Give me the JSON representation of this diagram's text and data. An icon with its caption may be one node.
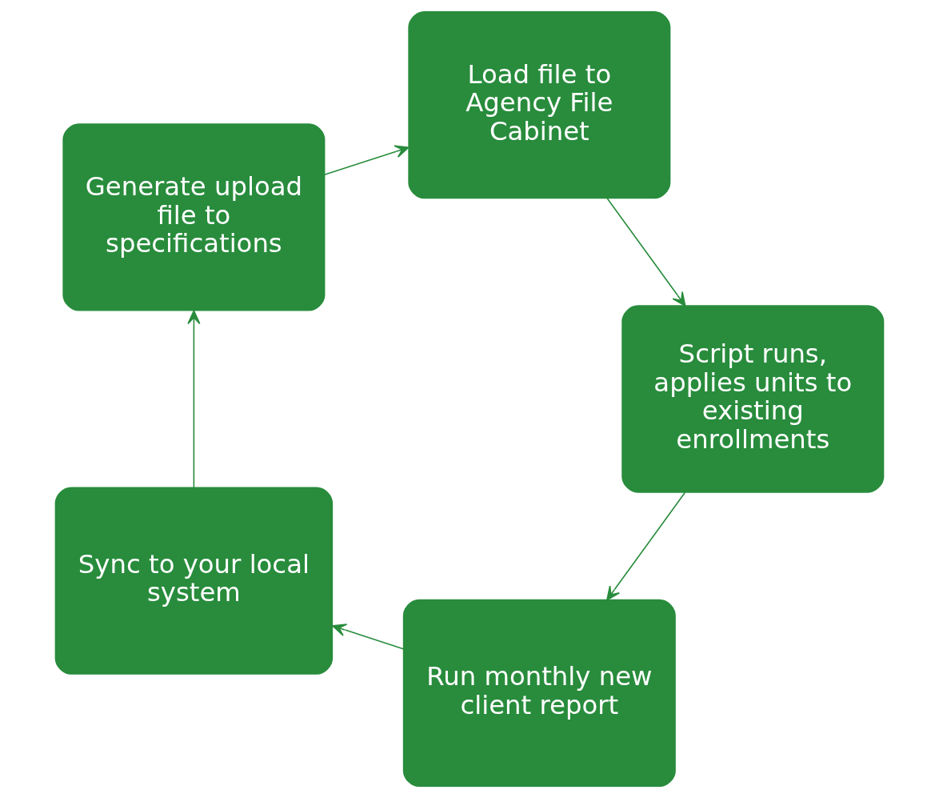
{
  "diagram": {
    "nodes": [
      {
        "text": [
          "Run monthly new client report"
        ]
      },
      {
        "text": [
          "Sync to your local system"
        ]
      },
      {
        "text": [
          "Generate upload file to specifications"
        ]
      },
      {
        "text": [
          "Load file to Agency File Cabinet"
        ]
      },
      {
        "text": [
          "Script runs, applies units to existing enrollments"
        ]
      }
    ],
    "edges": [
      {
        "from": 0,
        "to": 1,
        "arrow": "to"
      },
      {
        "from": 1,
        "to": 2,
        "arrow": "to"
      },
      {
        "from": 2,
        "to": 3,
        "arrow": "to"
      },
      {
        "from": 3,
        "to": 4,
        "arrow": "to"
      },
      {
        "from": 4,
        "to": 0,
        "arrow": "to"
      }
    ]
  }
}
